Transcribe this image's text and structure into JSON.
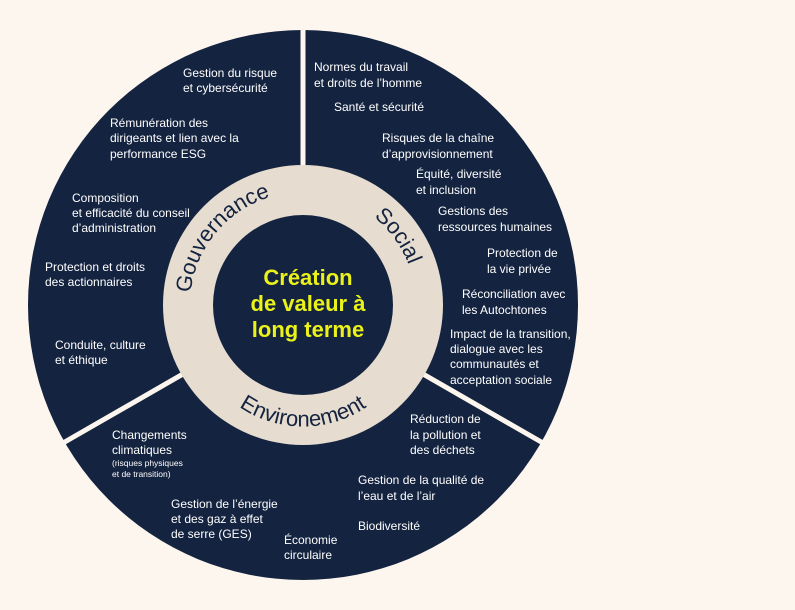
{
  "colors": {
    "background": "#fcf6ef",
    "outer_segment": "#14233f",
    "divider": "#ffffff",
    "ring": "#e6ddd0",
    "ring_text": "#14233f",
    "center_fill": "#14233f",
    "center_text": "#eaf21a",
    "label_text": "#ffffff"
  },
  "center": {
    "lines": [
      "Création",
      "de valeur à",
      "long terme"
    ]
  },
  "ring_labels": {
    "governance": "Gouvernance",
    "social": "Social",
    "environment": "Environement"
  },
  "segments": {
    "governance": [
      {
        "lines": [
          "Gestion du risque",
          "et cybersécurité"
        ]
      },
      {
        "lines": [
          "Rémunération des",
          "dirigeants et lien avec la",
          "performance ESG"
        ]
      },
      {
        "lines": [
          "Composition",
          "et efficacité du conseil",
          "d’administration"
        ]
      },
      {
        "lines": [
          "Protection et droits",
          "des actionnaires"
        ]
      },
      {
        "lines": [
          "Conduite, culture",
          "et éthique"
        ]
      }
    ],
    "social": [
      {
        "lines": [
          "Normes du travail",
          "et droits de l’homme"
        ]
      },
      {
        "lines": [
          "Santé et sécurité"
        ]
      },
      {
        "lines": [
          "Risques de la chaîne",
          "d’approvisionnement"
        ]
      },
      {
        "lines": [
          "Équité, diversité",
          "et inclusion"
        ]
      },
      {
        "lines": [
          "Gestions des",
          "ressources humaines"
        ]
      },
      {
        "lines": [
          "Protection de",
          "la vie privée"
        ]
      },
      {
        "lines": [
          "Réconciliation avec",
          "les Autochtones"
        ]
      },
      {
        "lines": [
          "Impact de la transition,",
          "dialogue avec les",
          "communautés et",
          "acceptation sociale"
        ]
      }
    ],
    "environment": [
      {
        "lines": [
          "Changements",
          "climatiques"
        ],
        "note": [
          "(risques physiques",
          "et de transition)"
        ]
      },
      {
        "lines": [
          "Gestion de l’énergie",
          "et des gaz à effet",
          "de serre (GES)"
        ]
      },
      {
        "lines": [
          "Économie",
          "circulaire"
        ]
      },
      {
        "lines": [
          "Biodiversité"
        ]
      },
      {
        "lines": [
          "Gestion de la qualité de",
          "l’eau et de l’air"
        ]
      },
      {
        "lines": [
          "Réduction de",
          "la pollution et",
          "des déchets"
        ]
      }
    ]
  }
}
